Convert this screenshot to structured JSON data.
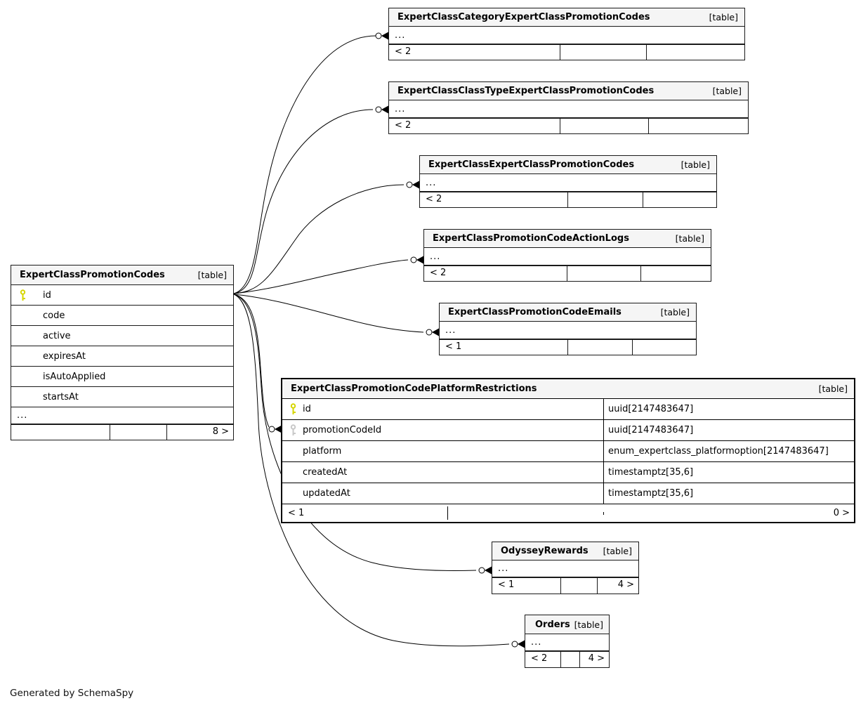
{
  "note": "Generated by SchemaSpy",
  "tag": "[table]",
  "main_table": {
    "title": "ExpertClassPromotionCodes",
    "tag": "[table]",
    "columns": [
      "id",
      "code",
      "active",
      "expiresAt",
      "isAutoApplied",
      "startsAt"
    ],
    "ellipsis": "...",
    "stats": {
      "left": "",
      "mid": "",
      "right": "8 >"
    },
    "key_colors": {
      "primary": "#d6d600",
      "foreign": "#c8c8c8"
    }
  },
  "related_tables": [
    {
      "title": "ExpertClassCategoryExpertClassPromotionCodes",
      "tag": "[table]",
      "ellipsis": "...",
      "stats": {
        "left": "< 2",
        "mid": "",
        "right": ""
      }
    },
    {
      "title": "ExpertClassClassTypeExpertClassPromotionCodes",
      "tag": "[table]",
      "ellipsis": "...",
      "stats": {
        "left": "< 2",
        "mid": "",
        "right": ""
      }
    },
    {
      "title": "ExpertClassExpertClassPromotionCodes",
      "tag": "[table]",
      "ellipsis": "...",
      "stats": {
        "left": "< 2",
        "mid": "",
        "right": ""
      }
    },
    {
      "title": "ExpertClassPromotionCodeActionLogs",
      "tag": "[table]",
      "ellipsis": "...",
      "stats": {
        "left": "< 2",
        "mid": "",
        "right": ""
      }
    },
    {
      "title": "ExpertClassPromotionCodeEmails",
      "tag": "[table]",
      "ellipsis": "...",
      "stats": {
        "left": "< 1",
        "mid": "",
        "right": ""
      }
    },
    {
      "title": "OdysseyRewards",
      "tag": "[table]",
      "ellipsis": "...",
      "stats": {
        "left": "< 1",
        "mid": "",
        "right": "4 >"
      }
    },
    {
      "title": "Orders",
      "tag": "[table]",
      "ellipsis": "...",
      "stats": {
        "left": "< 2",
        "mid": "",
        "right": "4 >"
      }
    }
  ],
  "detail_table": {
    "title": "ExpertClassPromotionCodePlatformRestrictions",
    "tag": "[table]",
    "rows": [
      {
        "key": "primary",
        "name": "id",
        "type": "uuid[2147483647]"
      },
      {
        "key": "foreign",
        "name": "promotionCodeId",
        "type": "uuid[2147483647]"
      },
      {
        "key": "",
        "name": "platform",
        "type": "enum_expertclass_platformoption[2147483647]"
      },
      {
        "key": "",
        "name": "createdAt",
        "type": "timestamptz[35,6]"
      },
      {
        "key": "",
        "name": "updatedAt",
        "type": "timestamptz[35,6]"
      }
    ],
    "stats": {
      "left": "< 1",
      "mid": "",
      "right": "0 >"
    }
  },
  "relationships": [
    {
      "from": "ExpertClassPromotionCodes.id",
      "to": "ExpertClassCategoryExpertClassPromotionCodes"
    },
    {
      "from": "ExpertClassPromotionCodes.id",
      "to": "ExpertClassClassTypeExpertClassPromotionCodes"
    },
    {
      "from": "ExpertClassPromotionCodes.id",
      "to": "ExpertClassExpertClassPromotionCodes"
    },
    {
      "from": "ExpertClassPromotionCodes.id",
      "to": "ExpertClassPromotionCodeActionLogs"
    },
    {
      "from": "ExpertClassPromotionCodes.id",
      "to": "ExpertClassPromotionCodeEmails"
    },
    {
      "from": "ExpertClassPromotionCodes.id",
      "to": "ExpertClassPromotionCodePlatformRestrictions.promotionCodeId"
    },
    {
      "from": "ExpertClassPromotionCodes.id",
      "to": "OdysseyRewards"
    },
    {
      "from": "ExpertClassPromotionCodes.id",
      "to": "Orders"
    }
  ]
}
